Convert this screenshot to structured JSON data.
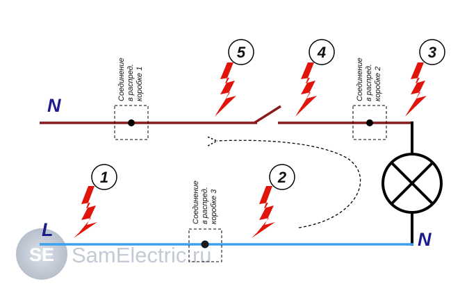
{
  "labels": {
    "neutral_top": "N",
    "phase": "L",
    "neutral_lamp": "N"
  },
  "junction_boxes": [
    {
      "line1": "Соединение",
      "line2": "в распред.",
      "line3": "коробке 1"
    },
    {
      "line1": "Соединение",
      "line2": "в распред.",
      "line3": "коробке 2"
    },
    {
      "line1": "Соединение",
      "line2": "в распред.",
      "line3": "коробке 3"
    }
  ],
  "markers": [
    "1",
    "2",
    "3",
    "4",
    "5"
  ],
  "watermark": {
    "logo": "SE",
    "text": "SamElectric.ru"
  },
  "colors": {
    "neutral_wire": "#8b1a1a",
    "phase_wire": "#3aa0f0",
    "letter": "#1c1c8c",
    "lightning": "#e0140a",
    "lamp": "#000000",
    "watermark": "#c3cad6"
  }
}
